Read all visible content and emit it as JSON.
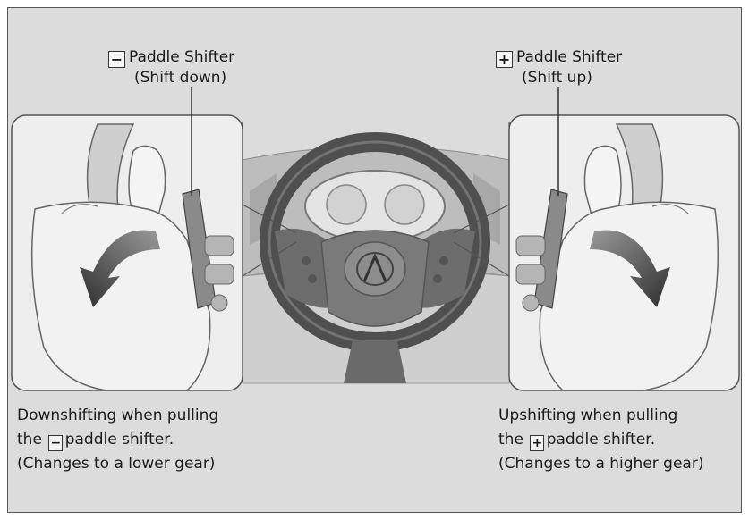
{
  "left_callout": {
    "symbol": "−",
    "line1": "Paddle Shifter",
    "line2": "(Shift down)"
  },
  "right_callout": {
    "symbol": "+",
    "line1": "Paddle Shifter",
    "line2": "(Shift up)"
  },
  "left_caption": {
    "line1": "Downshifting when pulling",
    "line2_pre": "the",
    "line2_symbol": "−",
    "line2_post": "paddle shifter.",
    "line3": "(Changes to a lower gear)"
  },
  "right_caption": {
    "line1": "Upshifting when pulling",
    "line2_pre": "the",
    "line2_symbol": "+",
    "line2_post": "paddle shifter.",
    "line3": "(Changes to a higher gear)"
  },
  "colors": {
    "background": "#dcdcdc",
    "panel": "#eeeeee",
    "wheel": "#5a5a5a",
    "arrow": "#4a4a4a"
  }
}
